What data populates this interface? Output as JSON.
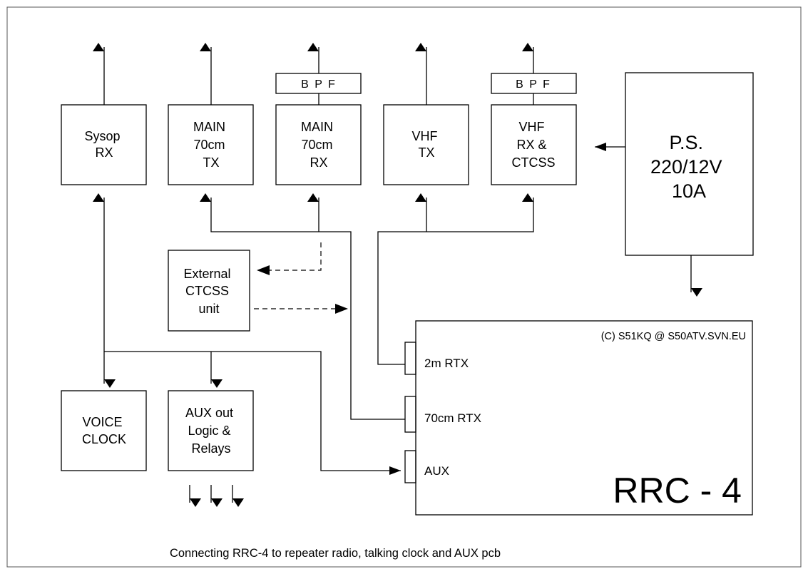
{
  "diagram": {
    "caption": "Connecting RRC-4 to repeater radio, talking clock and AUX pcb",
    "blocks": {
      "sysop_rx": [
        "Sysop",
        "RX"
      ],
      "main_tx": [
        "MAIN",
        "70cm",
        "TX"
      ],
      "main_rx": [
        "MAIN",
        "70cm",
        "RX"
      ],
      "vhf_tx": [
        "VHF",
        "TX"
      ],
      "vhf_rx": [
        "VHF",
        "RX &",
        "CTCSS"
      ],
      "power_supply": [
        "P.S.",
        "220/12V",
        "10A"
      ],
      "external_ctcss": [
        "External",
        "CTCSS",
        "unit"
      ],
      "voice_clock": [
        "VOICE",
        "CLOCK"
      ],
      "aux_out": [
        "AUX out",
        "Logic &",
        "Relays"
      ]
    },
    "filters": {
      "bpf_main_rx": "B P F",
      "bpf_vhf_rx": "B P F"
    },
    "controller": {
      "name": "RRC - 4",
      "copyright": "(C) S51KQ @ S50ATV.SVN.EU",
      "ports": {
        "p2m": "2m RTX",
        "p70cm": "70cm RTX",
        "aux": "AUX"
      }
    }
  }
}
